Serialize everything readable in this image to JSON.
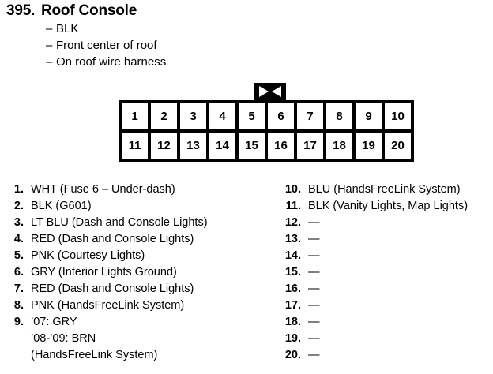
{
  "header": {
    "number": "395.",
    "title": "Roof Console",
    "details": [
      {
        "dash": "–",
        "text": "BLK"
      },
      {
        "dash": "–",
        "text": "Front center of roof"
      },
      {
        "dash": "–",
        "text": "On roof wire harness"
      }
    ]
  },
  "connector": {
    "tab_icon": "bowtie-keyway-icon",
    "rows": [
      [
        "1",
        "2",
        "3",
        "4",
        "5",
        "6",
        "7",
        "8",
        "9",
        "10"
      ],
      [
        "11",
        "12",
        "13",
        "14",
        "15",
        "16",
        "17",
        "18",
        "19",
        "20"
      ]
    ]
  },
  "pin_list_left": [
    {
      "num": "1.",
      "desc": "WHT (Fuse 6 – Under-dash)"
    },
    {
      "num": "2.",
      "desc": "BLK (G601)"
    },
    {
      "num": "3.",
      "desc": "LT BLU (Dash and Console Lights)"
    },
    {
      "num": "4.",
      "desc": "RED (Dash and Console Lights)"
    },
    {
      "num": "5.",
      "desc": "PNK (Courtesy Lights)"
    },
    {
      "num": "6.",
      "desc": "GRY (Interior Lights Ground)"
    },
    {
      "num": "7.",
      "desc": "RED (Dash and Console Lights)"
    },
    {
      "num": "8.",
      "desc": "PNK (HandsFreeLink System)"
    },
    {
      "num": "9.",
      "desc": "’07: GRY",
      "desc2": "’08-’09: BRN",
      "desc3": "(HandsFreeLink System)"
    }
  ],
  "pin_list_right": [
    {
      "num": "10.",
      "desc": "BLU (HandsFreeLink System)"
    },
    {
      "num": "11.",
      "desc": "BLK (Vanity Lights, Map Lights)"
    },
    {
      "num": "12.",
      "desc": "—"
    },
    {
      "num": "13.",
      "desc": "—"
    },
    {
      "num": "14.",
      "desc": "—"
    },
    {
      "num": "15.",
      "desc": "—"
    },
    {
      "num": "16.",
      "desc": "—"
    },
    {
      "num": "17.",
      "desc": "—"
    },
    {
      "num": "18.",
      "desc": "—"
    },
    {
      "num": "19.",
      "desc": "—"
    },
    {
      "num": "20.",
      "desc": "—"
    }
  ],
  "colors": {
    "ink": "#000000",
    "page": "#ffffff"
  }
}
